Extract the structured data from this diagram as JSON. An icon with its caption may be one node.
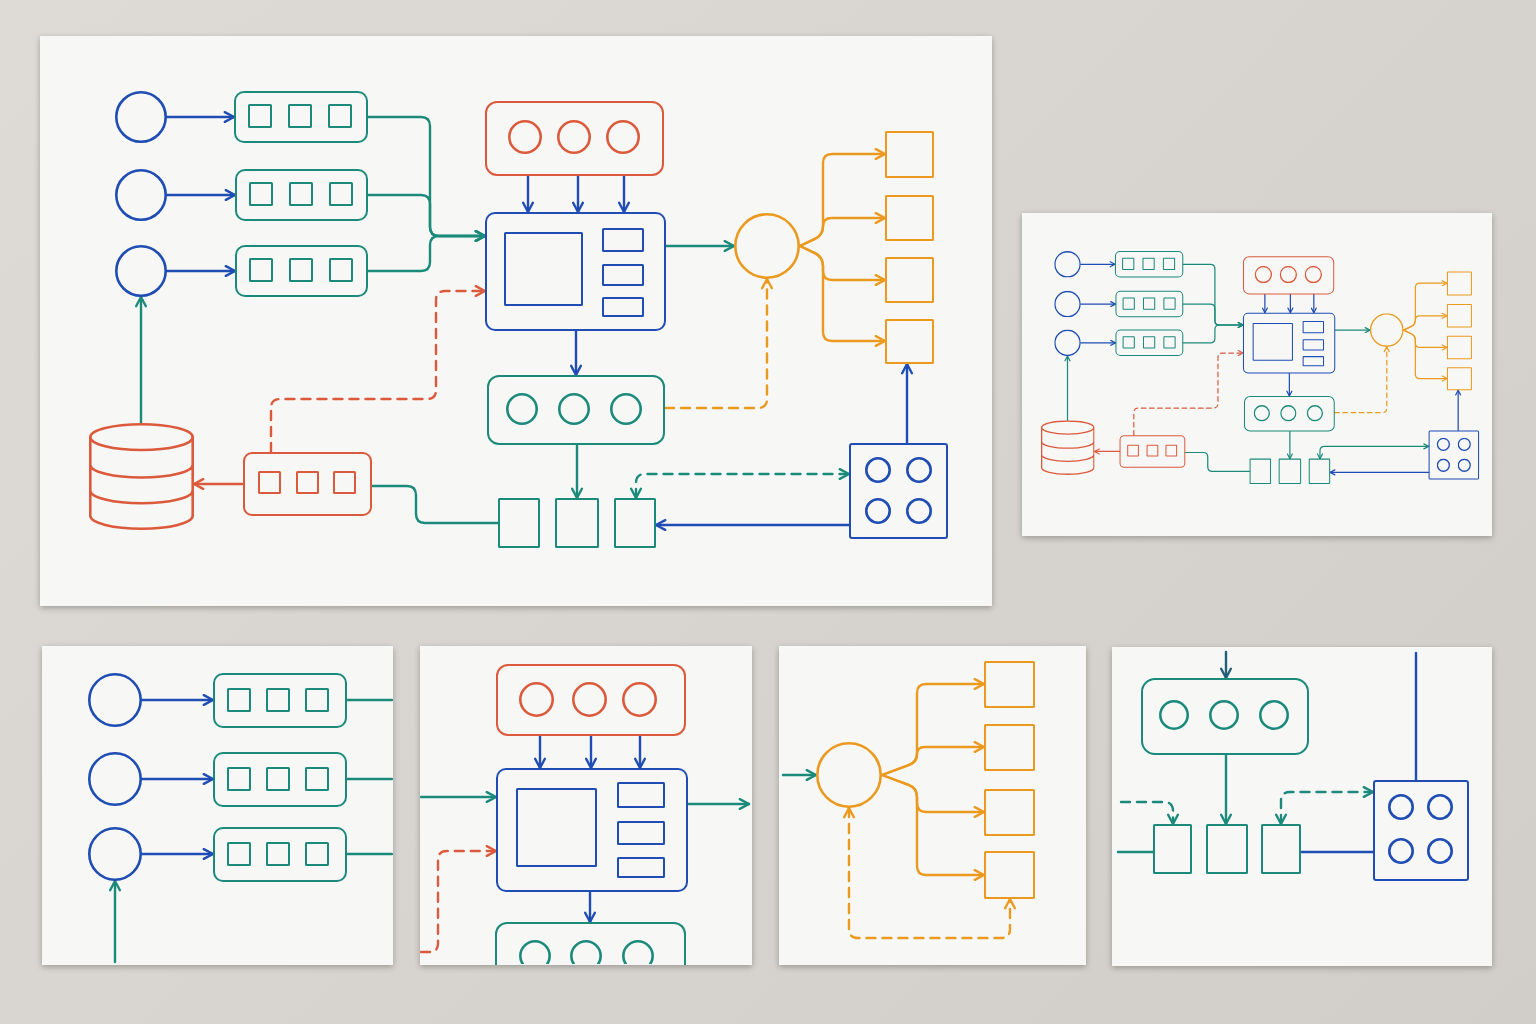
{
  "diagram": {
    "nodes": [
      {
        "text": [],
        "shape": "card"
      },
      {
        "text": [],
        "shape": "circle",
        "in": 0
      },
      {
        "text": [],
        "shape": "box",
        "in": 0
      },
      {
        "text": [],
        "shape": "box",
        "in": 2
      },
      {
        "text": [],
        "shape": "box",
        "in": 2
      },
      {
        "text": [],
        "shape": "box",
        "in": 2
      },
      {
        "text": [],
        "shape": "circle",
        "in": 0
      },
      {
        "text": [],
        "shape": "box",
        "in": 0
      },
      {
        "text": [],
        "shape": "box",
        "in": 7
      },
      {
        "text": [],
        "shape": "box",
        "in": 7
      },
      {
        "text": [],
        "shape": "box",
        "in": 7
      },
      {
        "text": [],
        "shape": "circle",
        "in": 0
      },
      {
        "text": [],
        "shape": "box",
        "in": 0
      },
      {
        "text": [],
        "shape": "box",
        "in": 12
      },
      {
        "text": [],
        "shape": "box",
        "in": 12
      },
      {
        "text": [],
        "shape": "box",
        "in": 12
      },
      {
        "text": [],
        "shape": "box",
        "in": 0
      },
      {
        "text": [],
        "shape": "circle",
        "in": 16
      },
      {
        "text": [],
        "shape": "circle",
        "in": 16
      },
      {
        "text": [],
        "shape": "circle",
        "in": 16
      },
      {
        "text": [],
        "shape": "box",
        "in": 0
      },
      {
        "text": [],
        "shape": "box",
        "in": 20
      },
      {
        "text": [],
        "shape": "box",
        "in": 20
      },
      {
        "text": [],
        "shape": "box",
        "in": 20
      },
      {
        "text": [],
        "shape": "box",
        "in": 20
      },
      {
        "text": [],
        "shape": "circle",
        "in": 0
      },
      {
        "text": [],
        "shape": "box",
        "in": 0
      },
      {
        "text": [],
        "shape": "box",
        "in": 0
      },
      {
        "text": [],
        "shape": "box",
        "in": 0
      },
      {
        "text": [],
        "shape": "box",
        "in": 0
      },
      {
        "text": [],
        "shape": "box",
        "in": 0
      },
      {
        "text": [],
        "shape": "circle",
        "in": 30
      },
      {
        "text": [],
        "shape": "circle",
        "in": 30
      },
      {
        "text": [],
        "shape": "circle",
        "in": 30
      },
      {
        "text": [],
        "shape": "cylinder",
        "in": 0
      },
      {
        "text": [],
        "shape": "box",
        "in": 0
      },
      {
        "text": [],
        "shape": "box",
        "in": 35
      },
      {
        "text": [],
        "shape": "box",
        "in": 35
      },
      {
        "text": [],
        "shape": "box",
        "in": 35
      },
      {
        "text": [],
        "shape": "box",
        "in": 0
      },
      {
        "text": [],
        "shape": "box",
        "in": 0
      },
      {
        "text": [],
        "shape": "box",
        "in": 0
      },
      {
        "text": [],
        "shape": "box",
        "in": 0
      },
      {
        "text": [],
        "shape": "circle",
        "in": 42
      },
      {
        "text": [],
        "shape": "circle",
        "in": 42
      },
      {
        "text": [],
        "shape": "circle",
        "in": 42
      },
      {
        "text": [],
        "shape": "circle",
        "in": 42
      },
      {
        "text": [],
        "shape": "card"
      },
      {
        "text": [],
        "shape": "circle",
        "in": 47
      },
      {
        "text": [],
        "shape": "box",
        "in": 47
      },
      {
        "text": [],
        "shape": "box",
        "in": 49
      },
      {
        "text": [],
        "shape": "box",
        "in": 49
      },
      {
        "text": [],
        "shape": "box",
        "in": 49
      },
      {
        "text": [],
        "shape": "circle",
        "in": 47
      },
      {
        "text": [],
        "shape": "box",
        "in": 47
      },
      {
        "text": [],
        "shape": "box",
        "in": 54
      },
      {
        "text": [],
        "shape": "box",
        "in": 54
      },
      {
        "text": [],
        "shape": "box",
        "in": 54
      },
      {
        "text": [],
        "shape": "circle",
        "in": 47
      },
      {
        "text": [],
        "shape": "box",
        "in": 47
      },
      {
        "text": [],
        "shape": "box",
        "in": 59
      },
      {
        "text": [],
        "shape": "box",
        "in": 59
      },
      {
        "text": [],
        "shape": "box",
        "in": 59
      },
      {
        "text": [],
        "shape": "box",
        "in": 47
      },
      {
        "text": [],
        "shape": "circle",
        "in": 63
      },
      {
        "text": [],
        "shape": "circle",
        "in": 63
      },
      {
        "text": [],
        "shape": "circle",
        "in": 63
      },
      {
        "text": [],
        "shape": "box",
        "in": 47
      },
      {
        "text": [],
        "shape": "box",
        "in": 67
      },
      {
        "text": [],
        "shape": "box",
        "in": 67
      },
      {
        "text": [],
        "shape": "box",
        "in": 67
      },
      {
        "text": [],
        "shape": "box",
        "in": 67
      },
      {
        "text": [],
        "shape": "circle",
        "in": 47
      },
      {
        "text": [],
        "shape": "box",
        "in": 47
      },
      {
        "text": [],
        "shape": "box",
        "in": 47
      },
      {
        "text": [],
        "shape": "box",
        "in": 47
      },
      {
        "text": [],
        "shape": "box",
        "in": 47
      },
      {
        "text": [],
        "shape": "box",
        "in": 47
      },
      {
        "text": [],
        "shape": "circle",
        "in": 77
      },
      {
        "text": [],
        "shape": "circle",
        "in": 77
      },
      {
        "text": [],
        "shape": "circle",
        "in": 77
      },
      {
        "text": [],
        "shape": "cylinder",
        "in": 47
      },
      {
        "text": [],
        "shape": "box",
        "in": 47
      },
      {
        "text": [],
        "shape": "box",
        "in": 82
      },
      {
        "text": [],
        "shape": "box",
        "in": 82
      },
      {
        "text": [],
        "shape": "box",
        "in": 82
      },
      {
        "text": [],
        "shape": "box",
        "in": 47
      },
      {
        "text": [],
        "shape": "box",
        "in": 47
      },
      {
        "text": [],
        "shape": "box",
        "in": 47
      },
      {
        "text": [],
        "shape": "box",
        "in": 47
      },
      {
        "text": [],
        "shape": "circle",
        "in": 89
      },
      {
        "text": [],
        "shape": "circle",
        "in": 89
      },
      {
        "text": [],
        "shape": "circle",
        "in": 89
      },
      {
        "text": [],
        "shape": "circle",
        "in": 89
      },
      {
        "text": [],
        "shape": "card"
      },
      {
        "text": [],
        "shape": "circle",
        "in": 94
      },
      {
        "text": [],
        "shape": "box",
        "in": 94
      },
      {
        "text": [],
        "shape": "box",
        "in": 96
      },
      {
        "text": [],
        "shape": "box",
        "in": 96
      },
      {
        "text": [],
        "shape": "box",
        "in": 96
      },
      {
        "text": [],
        "shape": "circle",
        "in": 94
      },
      {
        "text": [],
        "shape": "box",
        "in": 94
      },
      {
        "text": [],
        "shape": "box",
        "in": 101
      },
      {
        "text": [],
        "shape": "box",
        "in": 101
      },
      {
        "text": [],
        "shape": "box",
        "in": 101
      },
      {
        "text": [],
        "shape": "circle",
        "in": 94
      },
      {
        "text": [],
        "shape": "box",
        "in": 94
      },
      {
        "text": [],
        "shape": "box",
        "in": 106
      },
      {
        "text": [],
        "shape": "box",
        "in": 106
      },
      {
        "text": [],
        "shape": "box",
        "in": 106
      },
      {
        "text": [],
        "shape": "card"
      },
      {
        "text": [],
        "shape": "box",
        "in": 110
      },
      {
        "text": [],
        "shape": "circle",
        "in": 111
      },
      {
        "text": [],
        "shape": "circle",
        "in": 111
      },
      {
        "text": [],
        "shape": "circle",
        "in": 111
      },
      {
        "text": [],
        "shape": "box",
        "in": 110
      },
      {
        "text": [],
        "shape": "box",
        "in": 115
      },
      {
        "text": [],
        "shape": "box",
        "in": 115
      },
      {
        "text": [],
        "shape": "box",
        "in": 115
      },
      {
        "text": [],
        "shape": "box",
        "in": 115
      },
      {
        "text": [],
        "shape": "box",
        "in": 110
      },
      {
        "text": [],
        "shape": "circle",
        "in": 120
      },
      {
        "text": [],
        "shape": "circle",
        "in": 120
      },
      {
        "text": [],
        "shape": "circle",
        "in": 120
      },
      {
        "text": [],
        "shape": "card"
      },
      {
        "text": [],
        "shape": "circle",
        "in": 124
      },
      {
        "text": [],
        "shape": "box",
        "in": 124
      },
      {
        "text": [],
        "shape": "box",
        "in": 124
      },
      {
        "text": [],
        "shape": "box",
        "in": 124
      },
      {
        "text": [],
        "shape": "box",
        "in": 124
      },
      {
        "text": [],
        "shape": "card"
      },
      {
        "text": [],
        "shape": "box",
        "in": 130
      },
      {
        "text": [],
        "shape": "circle",
        "in": 131
      },
      {
        "text": [],
        "shape": "circle",
        "in": 131
      },
      {
        "text": [],
        "shape": "circle",
        "in": 131
      },
      {
        "text": [],
        "shape": "box",
        "in": 130
      },
      {
        "text": [],
        "shape": "circle",
        "in": 135
      },
      {
        "text": [],
        "shape": "circle",
        "in": 135
      },
      {
        "text": [],
        "shape": "circle",
        "in": 135
      },
      {
        "text": [],
        "shape": "circle",
        "in": 135
      },
      {
        "text": [],
        "shape": "box",
        "in": 130
      },
      {
        "text": [],
        "shape": "box",
        "in": 130
      },
      {
        "text": [],
        "shape": "box",
        "in": 130
      }
    ],
    "edges": [
      {
        "from": 1,
        "to": 2,
        "arrow": "to",
        "color": "#1f4db3"
      },
      {
        "from": 6,
        "to": 7,
        "arrow": "to",
        "color": "#1f4db3"
      },
      {
        "from": 11,
        "to": 12,
        "arrow": "to",
        "color": "#1f4db3"
      },
      {
        "from": 2,
        "to": 20,
        "arrow": "to",
        "color": "#1b8a7b"
      },
      {
        "from": 7,
        "to": 20,
        "arrow": "to",
        "color": "#1b8a7b"
      },
      {
        "from": 12,
        "to": 20,
        "arrow": "to",
        "color": "#1b8a7b"
      },
      {
        "from": 16,
        "to": 20,
        "arrow": "to",
        "color": "#1f4db3"
      },
      {
        "from": 16,
        "to": 20,
        "arrow": "to",
        "color": "#1f4db3"
      },
      {
        "from": 16,
        "to": 20,
        "arrow": "to",
        "color": "#1f4db3"
      },
      {
        "from": 20,
        "to": 25,
        "arrow": "to",
        "color": "#1b8a7b"
      },
      {
        "from": 25,
        "to": 26,
        "arrow": "to",
        "color": "#ec9a1f"
      },
      {
        "from": 25,
        "to": 27,
        "arrow": "to",
        "color": "#ec9a1f"
      },
      {
        "from": 25,
        "to": 28,
        "arrow": "to",
        "color": "#ec9a1f"
      },
      {
        "from": 25,
        "to": 29,
        "arrow": "to",
        "color": "#ec9a1f"
      },
      {
        "from": 20,
        "to": 30,
        "arrow": "to",
        "color": "#1f4db3"
      },
      {
        "from": 30,
        "to": 25,
        "arrow": "to",
        "style": "dashed",
        "color": "#ec9a1f"
      },
      {
        "from": 30,
        "to": 40,
        "arrow": "to",
        "color": "#1b8a7b"
      },
      {
        "from": 35,
        "to": 20,
        "arrow": "to",
        "style": "dashed",
        "color": "#dc5a3c"
      },
      {
        "from": 35,
        "to": 34,
        "arrow": "to",
        "color": "#dc5a3c"
      },
      {
        "from": 34,
        "to": 11,
        "arrow": "to",
        "color": "#1b8a7b"
      },
      {
        "from": 35,
        "to": 39,
        "arrow": "none",
        "color": "#1b8a7b"
      },
      {
        "from": 41,
        "to": 42,
        "arrow": "both",
        "style": "dashed",
        "color": "#1b8a7b"
      },
      {
        "from": 42,
        "to": 41,
        "arrow": "to",
        "color": "#1f4db3"
      },
      {
        "from": 42,
        "to": 29,
        "arrow": "to",
        "color": "#1f4db3"
      },
      {
        "from": 48,
        "to": 49,
        "arrow": "to",
        "color": "#1f4db3"
      },
      {
        "from": 53,
        "to": 54,
        "arrow": "to",
        "color": "#1f4db3"
      },
      {
        "from": 58,
        "to": 59,
        "arrow": "to",
        "color": "#1f4db3"
      },
      {
        "from": 49,
        "to": 67,
        "arrow": "to",
        "color": "#1b8a7b"
      },
      {
        "from": 54,
        "to": 67,
        "arrow": "to",
        "color": "#1b8a7b"
      },
      {
        "from": 59,
        "to": 67,
        "arrow": "to",
        "color": "#1b8a7b"
      },
      {
        "from": 63,
        "to": 67,
        "arrow": "to",
        "color": "#1f4db3"
      },
      {
        "from": 63,
        "to": 67,
        "arrow": "to",
        "color": "#1f4db3"
      },
      {
        "from": 63,
        "to": 67,
        "arrow": "to",
        "color": "#1f4db3"
      },
      {
        "from": 67,
        "to": 72,
        "arrow": "to",
        "color": "#1b8a7b"
      },
      {
        "from": 72,
        "to": 73,
        "arrow": "to",
        "color": "#ec9a1f"
      },
      {
        "from": 72,
        "to": 74,
        "arrow": "to",
        "color": "#ec9a1f"
      },
      {
        "from": 72,
        "to": 75,
        "arrow": "to",
        "color": "#ec9a1f"
      },
      {
        "from": 72,
        "to": 76,
        "arrow": "to",
        "color": "#ec9a1f"
      },
      {
        "from": 67,
        "to": 77,
        "arrow": "to",
        "color": "#1f4db3"
      },
      {
        "from": 77,
        "to": 72,
        "arrow": "to",
        "style": "dashed",
        "color": "#ec9a1f"
      },
      {
        "from": 77,
        "to": 87,
        "arrow": "to",
        "color": "#1b8a7b"
      },
      {
        "from": 82,
        "to": 67,
        "arrow": "to",
        "style": "dashed",
        "color": "#dc5a3c"
      },
      {
        "from": 82,
        "to": 81,
        "arrow": "to",
        "color": "#dc5a3c"
      },
      {
        "from": 81,
        "to": 58,
        "arrow": "to",
        "color": "#1b8a7b"
      },
      {
        "from": 82,
        "to": 86,
        "arrow": "none",
        "color": "#1b8a7b"
      },
      {
        "from": 88,
        "to": 89,
        "arrow": "both",
        "color": "#1b8a7b"
      },
      {
        "from": 89,
        "to": 88,
        "arrow": "to",
        "color": "#1f4db3"
      },
      {
        "from": 89,
        "to": 76,
        "arrow": "to",
        "color": "#1f4db3"
      },
      {
        "from": 95,
        "to": 96,
        "arrow": "to",
        "color": "#1f4db3"
      },
      {
        "from": 96,
        "to": null,
        "arrow": "none",
        "color": "#1b8a7b"
      },
      {
        "from": 100,
        "to": 101,
        "arrow": "to",
        "color": "#1f4db3"
      },
      {
        "from": 101,
        "to": null,
        "arrow": "none",
        "color": "#1b8a7b"
      },
      {
        "from": 105,
        "to": 106,
        "arrow": "to",
        "color": "#1f4db3"
      },
      {
        "from": 106,
        "to": null,
        "arrow": "none",
        "color": "#1b8a7b"
      },
      {
        "from": null,
        "to": 105,
        "arrow": "to",
        "color": "#1b8a7b"
      },
      {
        "from": 111,
        "to": 115,
        "arrow": "to",
        "color": "#1f4db3"
      },
      {
        "from": 111,
        "to": 115,
        "arrow": "to",
        "color": "#1f4db3"
      },
      {
        "from": 111,
        "to": 115,
        "arrow": "to",
        "color": "#1f4db3"
      },
      {
        "from": null,
        "to": 115,
        "arrow": "to",
        "color": "#1b8a7b"
      },
      {
        "from": null,
        "to": 115,
        "arrow": "to",
        "style": "dashed",
        "color": "#dc5a3c"
      },
      {
        "from": 115,
        "to": null,
        "arrow": "to",
        "color": "#1b8a7b"
      },
      {
        "from": 115,
        "to": 120,
        "arrow": "to",
        "color": "#1f4db3"
      },
      {
        "from": null,
        "to": 125,
        "arrow": "to",
        "color": "#1b8a7b"
      },
      {
        "from": 125,
        "to": 126,
        "arrow": "to",
        "color": "#ec9a1f"
      },
      {
        "from": 125,
        "to": 127,
        "arrow": "to",
        "color": "#ec9a1f"
      },
      {
        "from": 125,
        "to": 128,
        "arrow": "to",
        "color": "#ec9a1f"
      },
      {
        "from": 125,
        "to": 129,
        "arrow": "to",
        "color": "#ec9a1f"
      },
      {
        "from": 125,
        "to": 129,
        "arrow": "both",
        "style": "dashed",
        "color": "#ec9a1f"
      },
      {
        "from": null,
        "to": 131,
        "arrow": "to",
        "color": "#22607a"
      },
      {
        "from": 131,
        "to": 141,
        "arrow": "to",
        "color": "#1b8a7b"
      },
      {
        "from": null,
        "to": 140,
        "arrow": "to",
        "style": "dashed",
        "color": "#1b8a7b"
      },
      {
        "from": null,
        "to": 140,
        "arrow": "none",
        "color": "#1b8a7b"
      },
      {
        "from": 142,
        "to": 135,
        "arrow": "both",
        "style": "dashed",
        "color": "#1b8a7b"
      },
      {
        "from": 135,
        "to": 142,
        "arrow": "none",
        "color": "#1f4db3"
      },
      {
        "from": 135,
        "to": null,
        "arrow": "none",
        "color": "#1f4db3"
      }
    ]
  }
}
